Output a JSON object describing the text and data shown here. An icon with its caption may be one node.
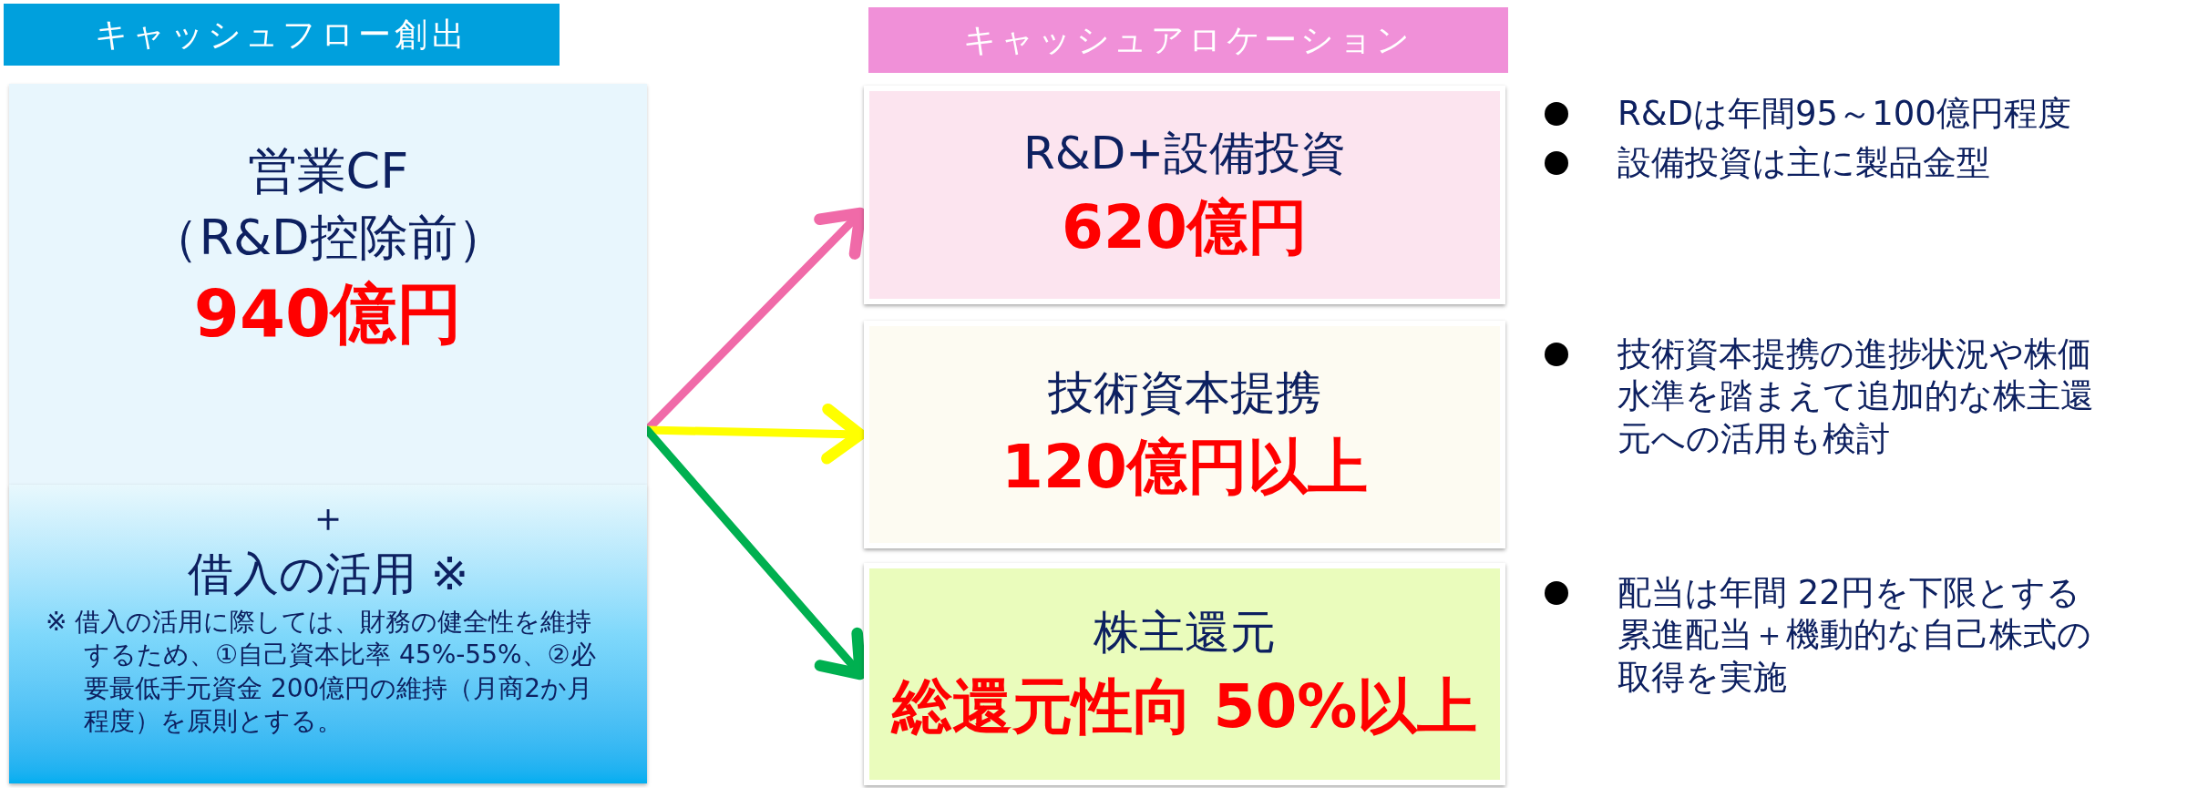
{
  "diagram": {
    "nodes": [
      {
        "text": [
          "キャッシュフロー創出"
        ]
      },
      {
        "text": [
          "営業CF",
          "（R&D控除前）",
          "940億円"
        ]
      },
      {
        "text": [
          "＋",
          "借入の活用 ※",
          "※ 借入の活用に際しては、財務の健全性を維持するため、①自己資本比率 45%-55%、②必要最低手元資金 200億円の維持（月商2か月程度）を原則とする。"
        ]
      },
      {
        "text": [
          "キャッシュアロケーション"
        ]
      },
      {
        "text": [
          "R&D+設備投資",
          "620億円"
        ],
        "beside": [
          "R&Dは年間95～100億円程度",
          "設備投資は主に製品金型"
        ]
      },
      {
        "text": [
          "技術資本提携",
          "120億円以上"
        ],
        "beside": [
          "技術資本提携の進捗状況や株価水準を踏まえて追加的な株主還元への活用も検討"
        ]
      },
      {
        "text": [
          "株主還元",
          "総還元性向 50%以上"
        ],
        "beside": [
          "配当は年間 22円を下限とする累進配当＋機動的な自己株式の取得を実施"
        ]
      }
    ],
    "edges": [
      {
        "from": 1,
        "to": 4,
        "arrow": "to",
        "color": "#f06aa8"
      },
      {
        "from": 1,
        "to": 5,
        "arrow": "to",
        "color": "#ffff00"
      },
      {
        "from": 1,
        "to": 6,
        "arrow": "to",
        "color": "#00b050"
      }
    ]
  }
}
